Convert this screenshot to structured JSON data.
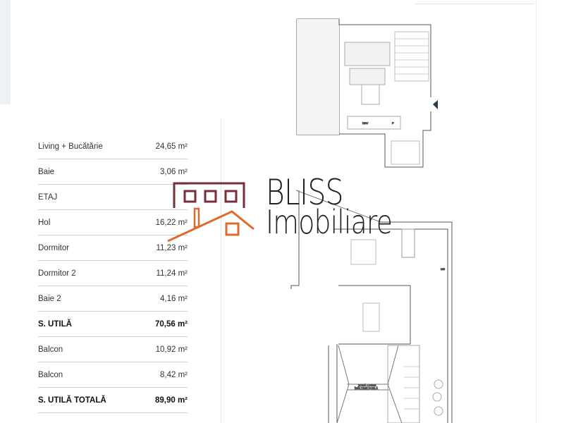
{
  "areas": [
    {
      "name": "Living + Bucătărie",
      "value": "24,65 m²",
      "bold": false
    },
    {
      "name": "Baie",
      "value": "3,06 m²",
      "bold": false
    },
    {
      "name": "ETAJ",
      "value": "",
      "bold": false
    },
    {
      "name": "Hol",
      "value": "16,22 m²",
      "bold": false
    },
    {
      "name": "Dormitor",
      "value": "11,23 m²",
      "bold": false
    },
    {
      "name": "Dormitor 2",
      "value": "11,24 m²",
      "bold": false
    },
    {
      "name": "Baie 2",
      "value": "4,16 m²",
      "bold": false
    },
    {
      "name": "S. UTILĂ",
      "value": "70,56 m²",
      "bold": true
    },
    {
      "name": "Balcon",
      "value": "10,92 m²",
      "bold": false
    },
    {
      "name": "Balcon",
      "value": "8,42 m²",
      "bold": false
    },
    {
      "name": "S. UTILĂ TOTALĂ",
      "value": "89,90 m²",
      "bold": true
    }
  ],
  "logo": {
    "line1": "BLISS",
    "line2": "Imobiliare",
    "colors": {
      "house": "#7a2e3a",
      "roof": "#e06a2c"
    }
  },
  "plan": {
    "ground_labels": {
      "fridge": "NSV",
      "f": "F"
    },
    "upper_labels": {
      "ms": "MS",
      "zone_line1": "ZONĂ LIVING",
      "zone_line2": "ÎNĂLȚIME DUBLĂ"
    },
    "entrance_marker_color": "#2d3a55"
  }
}
